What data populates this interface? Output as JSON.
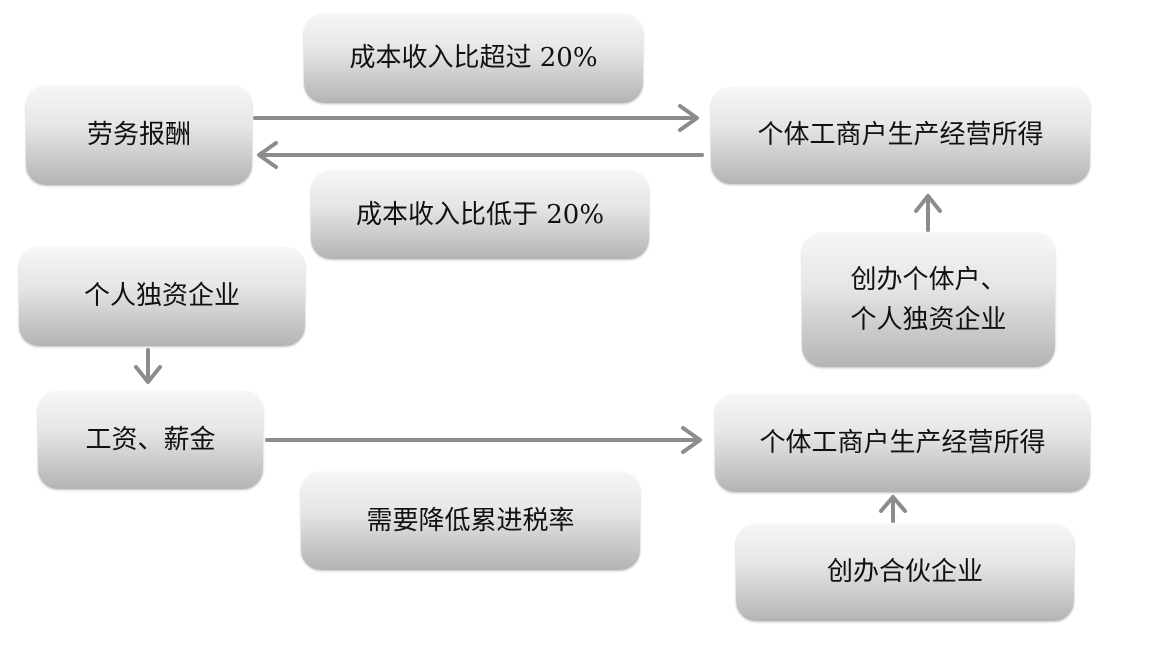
{
  "nodes": {
    "labor_fee": "劳务报酬",
    "biz_income_top": "个体工商户生产经营所得",
    "ratio_above": "成本收入比超过 20%",
    "ratio_below": "成本收入比低于 20%",
    "sole_prop": "个人独资企业",
    "wages": "工资、薪金",
    "lower_rate": "需要降低累进税率",
    "biz_income_bottom": "个体工商户生产经营所得",
    "found_line1": "创办个体户、",
    "found_line2": "个人独资企业",
    "partnership": "创办合伙企业"
  },
  "colors": {
    "arrow": "#8c8c8c",
    "text": "#111111"
  }
}
